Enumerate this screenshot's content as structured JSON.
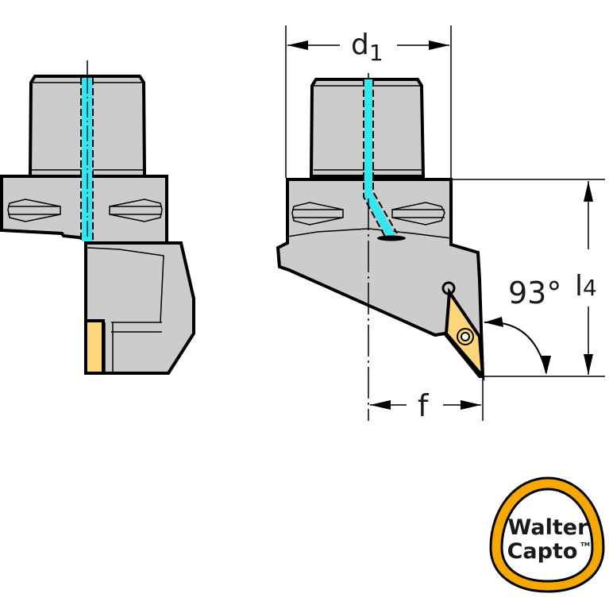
{
  "diagram": {
    "type": "technical-drawing",
    "subject": "Walter Capto turning tool holder with rhombic insert",
    "views": [
      {
        "name": "side-view",
        "position": "left"
      },
      {
        "name": "front-view",
        "position": "right"
      }
    ],
    "dimensions": {
      "d1": {
        "label": "d",
        "subscript": "1"
      },
      "l4": {
        "label": "l",
        "subscript": "4"
      },
      "f": {
        "label": "f"
      },
      "angle": {
        "label": "93°"
      }
    },
    "colors": {
      "body": "#cccccc",
      "outline": "#000000",
      "coolant": "#33e6f0",
      "insert": "#fdd57a",
      "logo_ring": "#f5a800"
    }
  },
  "logo": {
    "line1": "Walter",
    "line2": "Capto",
    "trademark": "TM"
  }
}
